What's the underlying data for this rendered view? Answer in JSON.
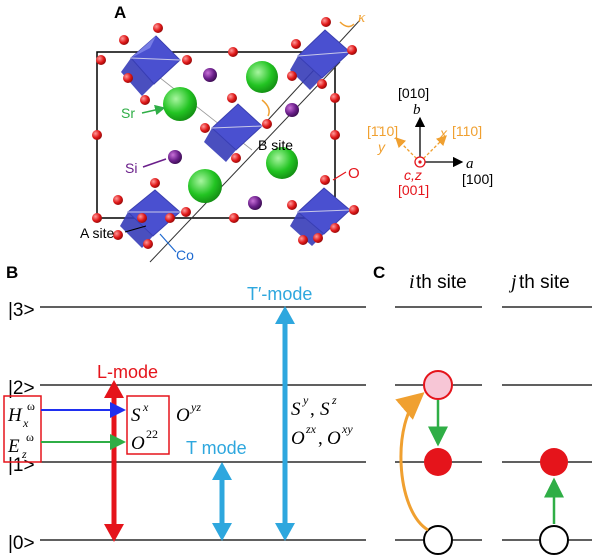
{
  "panels": {
    "a": {
      "letter": "A",
      "labels": {
        "kappa": "κ",
        "sr": "Sr",
        "si": "Si",
        "b_site": "B site",
        "a_site": "A site",
        "co": "Co",
        "o": "O"
      },
      "axes": {
        "b_dir": "[010]",
        "b": "b",
        "x_y_neg": "[1̄10]",
        "y": "y",
        "x": "x",
        "x_dir": "[110]",
        "a": "a",
        "a_dir": "[100]",
        "cz": "c,z",
        "c_dir": "[001]"
      }
    },
    "b": {
      "letter": "B",
      "levels": [
        "|3>",
        "|2>",
        "|1>",
        "|0>"
      ],
      "l_mode": "L-mode",
      "t_mode": "T mode",
      "tprime_mode": "T′-mode",
      "hx": {
        "base": "H",
        "sub": "x",
        "sup": "ω"
      },
      "ez": {
        "base": "E",
        "sub": "z",
        "sup": "ω"
      },
      "sx": {
        "base": "S",
        "sup": "x"
      },
      "o22": {
        "base": "O",
        "sup": "22"
      },
      "oyz": {
        "base": "O",
        "sup": "yz"
      },
      "sy": {
        "base": "S",
        "sup": "y"
      },
      "sz": {
        "base": "S",
        "sup": "z"
      },
      "ozx": {
        "base": "O",
        "sup": "zx"
      },
      "oxy": {
        "base": "O",
        "sup": "xy"
      },
      "comma": ","
    },
    "c": {
      "letter": "C",
      "ith_italic": "i",
      "ith_rest": "th site",
      "jth_italic": "j",
      "jth_rest": "th site"
    }
  },
  "colors": {
    "red": "#e5141b",
    "green": "#2fae46",
    "blue": "#1f2ff0",
    "cyan": "#2ea7de",
    "orange": "#f0a030",
    "purple": "#6a1f8a",
    "octa": "#4a50d0",
    "pink": "#f7c6d6",
    "srgreen": "#28c828"
  }
}
